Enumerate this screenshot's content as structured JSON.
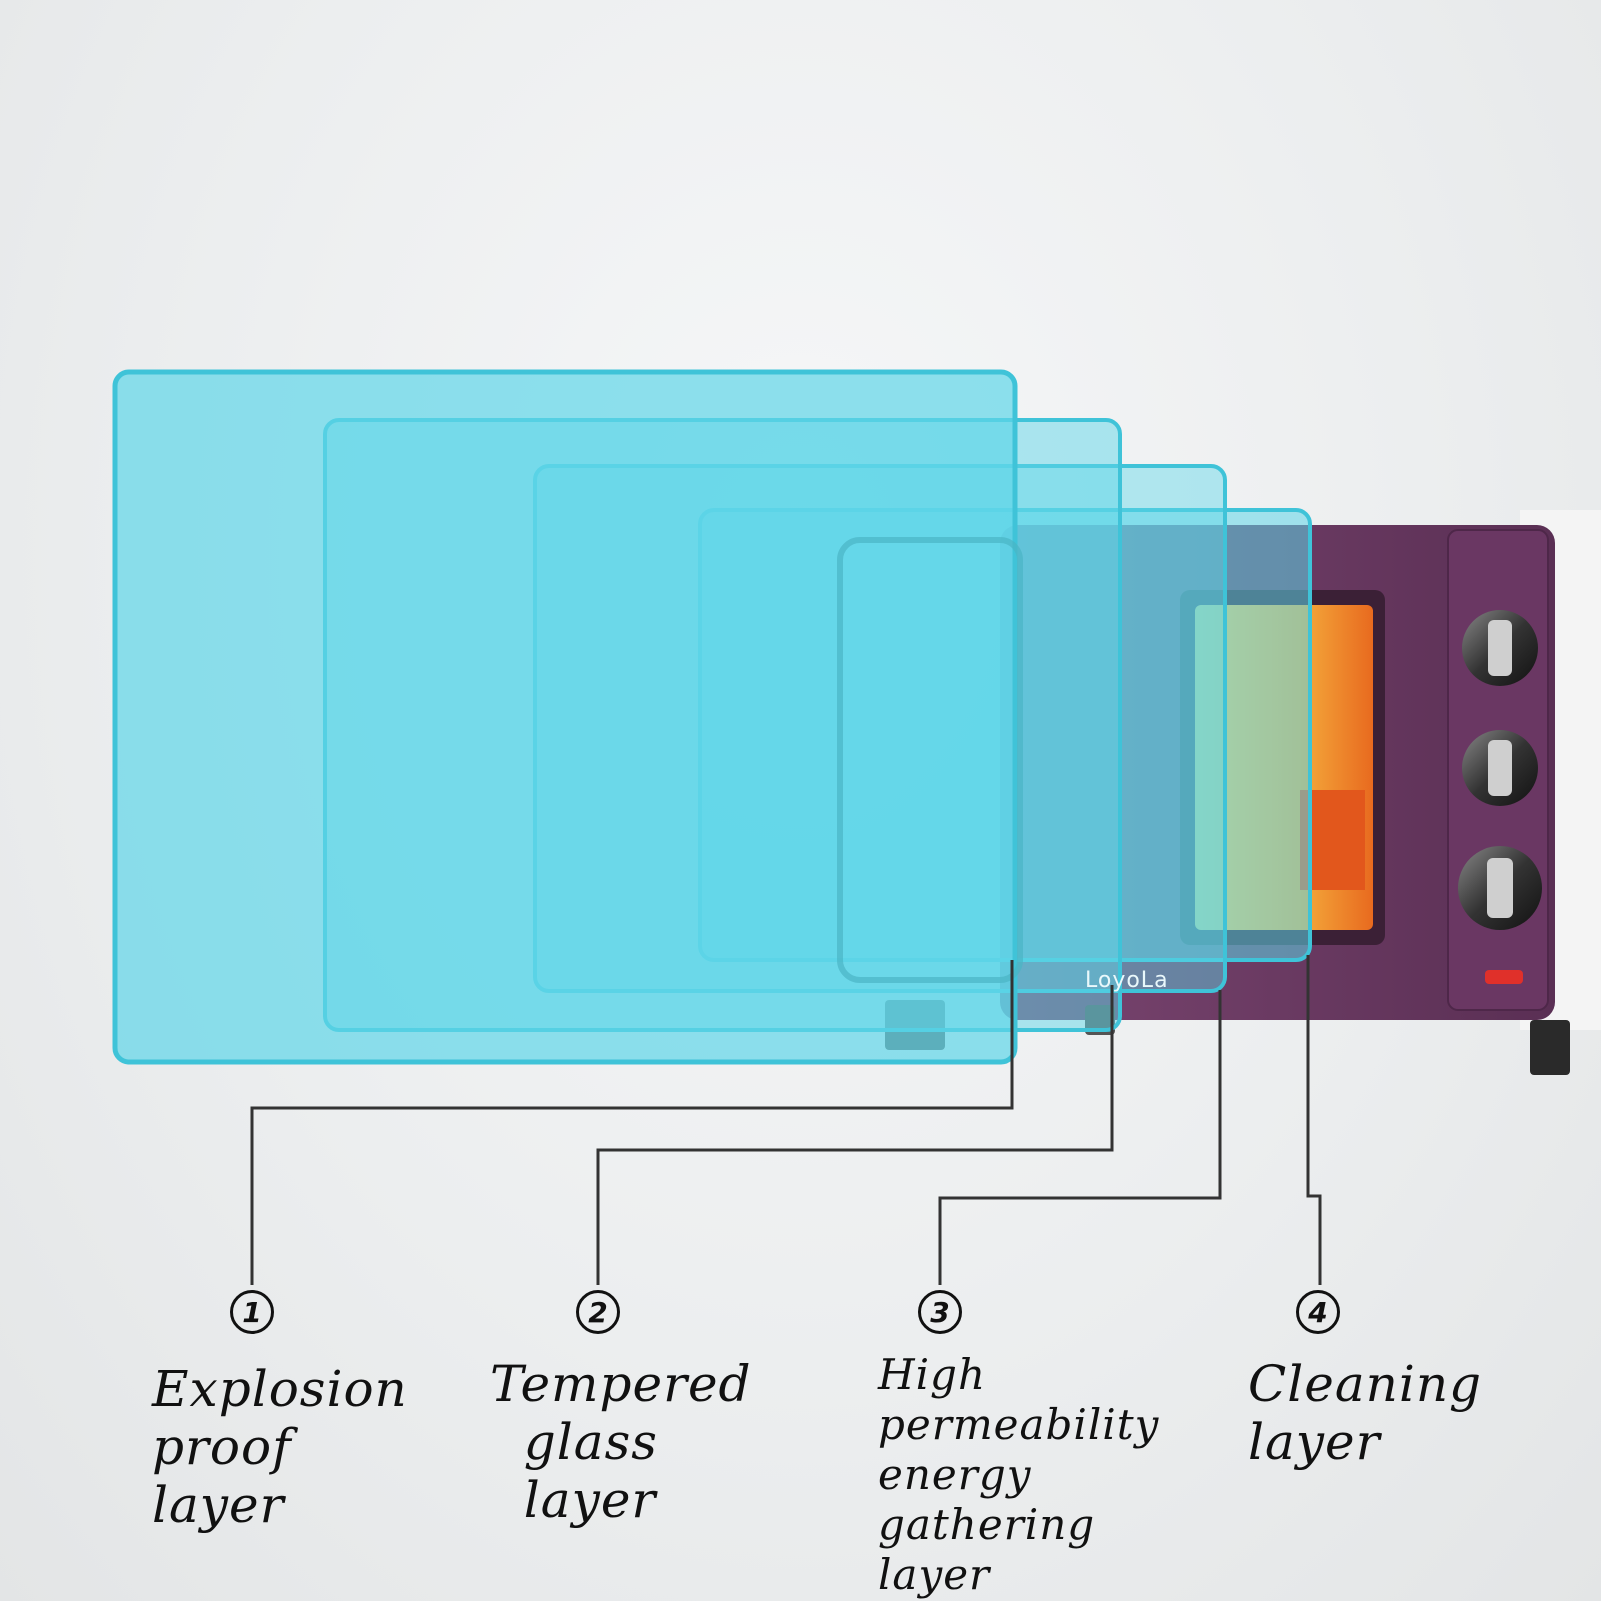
{
  "brand": "LoyoLa",
  "layers": [
    {
      "number": "1",
      "label_lines": [
        "Explosion",
        "proof",
        "layer"
      ]
    },
    {
      "number": "2",
      "label_lines": [
        "Tempered",
        "glass",
        "layer"
      ]
    },
    {
      "number": "3",
      "label_lines": [
        "High",
        "permeability",
        "energy",
        "gathering",
        "layer"
      ]
    },
    {
      "number": "4",
      "label_lines": [
        "Cleaning",
        "layer"
      ]
    }
  ],
  "colors": {
    "panel_fill": "#5fd6e8",
    "panel_edge": "#3fc3d8",
    "oven_body": "#6b3a63",
    "oven_window": "#f2a23a",
    "leader_line": "#333333"
  }
}
